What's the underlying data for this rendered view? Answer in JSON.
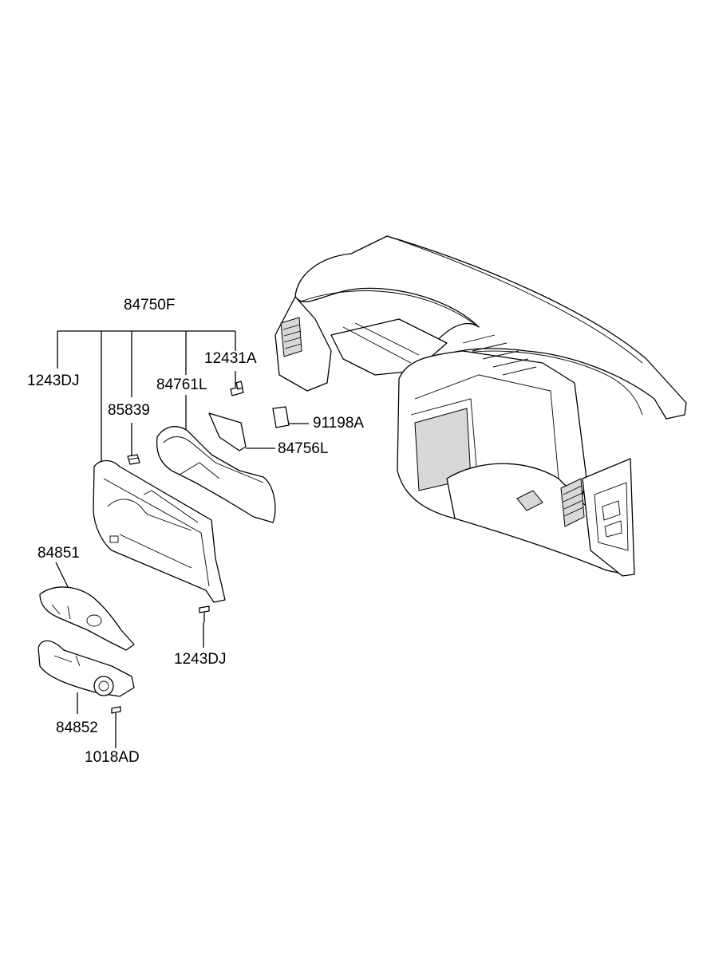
{
  "labels": {
    "assembly": "84750F",
    "bolt_left": "1243DJ",
    "clip": "85839",
    "panel": "84761L",
    "screw_top": "12431A",
    "cover_plate": "91198A",
    "bracket": "84756L",
    "shroud_upper": "84851",
    "bolt_lower": "1243DJ",
    "shroud_lower": "84852",
    "screw_bottom": "1018AD"
  }
}
